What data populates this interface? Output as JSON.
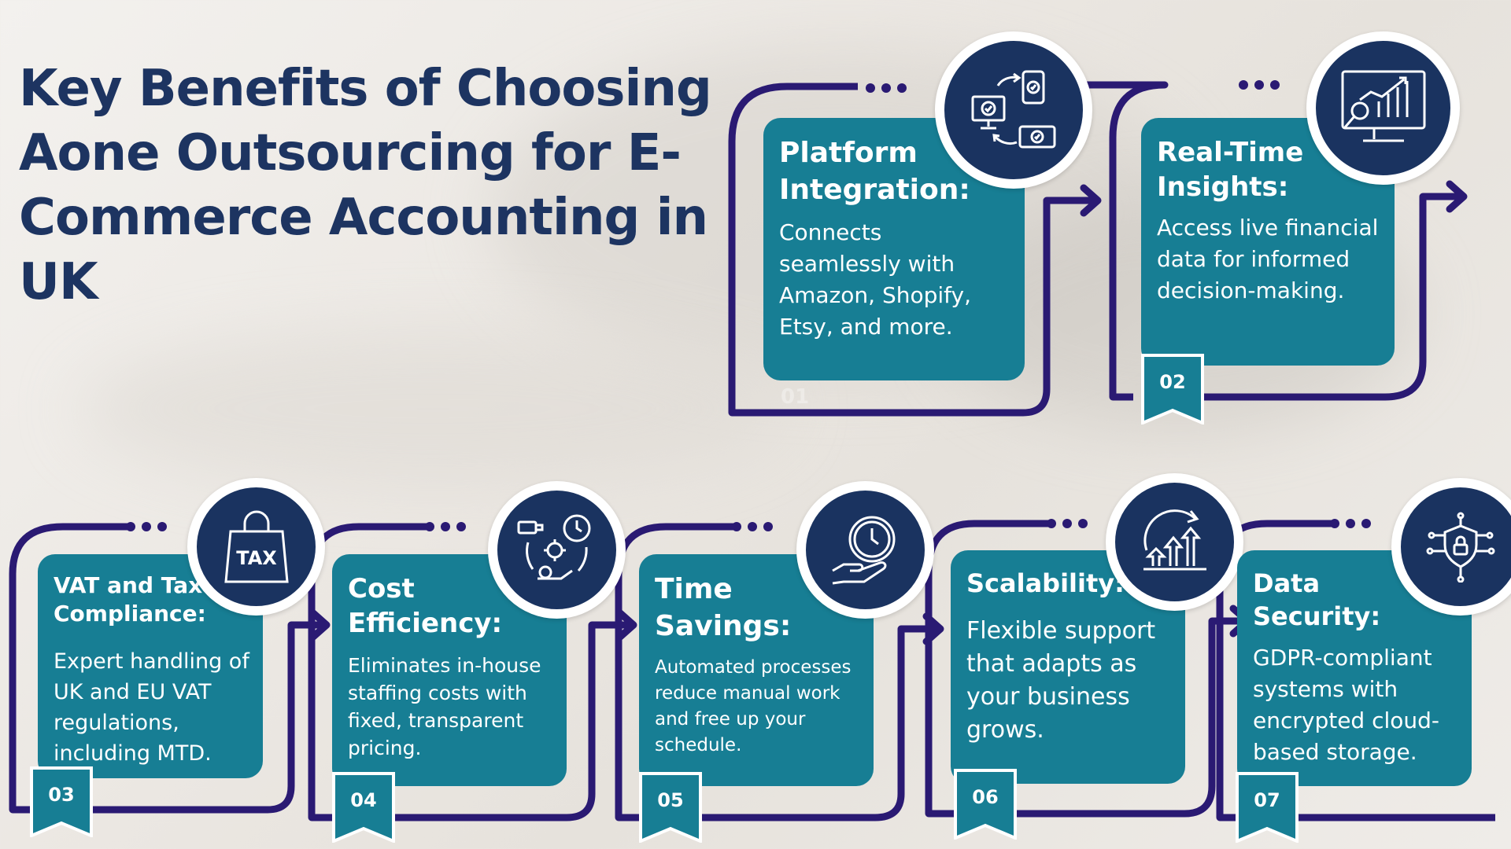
{
  "title": "Key Benefits of Choosing Aone Outsourcing for E-Commerce Accounting in UK",
  "colors": {
    "title": "#1d3461",
    "card": "#177e94",
    "circle": "#1a3360",
    "frame": "#2a1a73"
  },
  "steps": [
    {
      "number": "01",
      "heading": "Platform Integration:",
      "body": "Connects seamlessly with Amazon, Shopify, Etsy, and more.",
      "icon": "devices-sync-icon"
    },
    {
      "number": "02",
      "heading": "Real-Time Insights:",
      "body": "Access live financial data for informed decision-making.",
      "icon": "monitor-analytics-icon"
    },
    {
      "number": "03",
      "heading": "VAT and Tax Compliance:",
      "body": "Expert handling of UK and EU VAT regulations, including MTD.",
      "icon": "tax-bag-icon"
    },
    {
      "number": "04",
      "heading": "Cost Efficiency:",
      "body": "Eliminates in-house staffing costs with fixed, transparent pricing.",
      "icon": "cost-cycle-icon"
    },
    {
      "number": "05",
      "heading": "Time Savings:",
      "body": "Automated processes reduce manual work and free up your schedule.",
      "icon": "clock-hand-icon"
    },
    {
      "number": "06",
      "heading": "Scalability:",
      "body": "Flexible support that adapts as your business grows.",
      "icon": "growth-arrows-icon"
    },
    {
      "number": "07",
      "heading": "Data Security:",
      "body": "GDPR-compliant systems with encrypted cloud-based storage.",
      "icon": "security-chip-icon"
    }
  ]
}
